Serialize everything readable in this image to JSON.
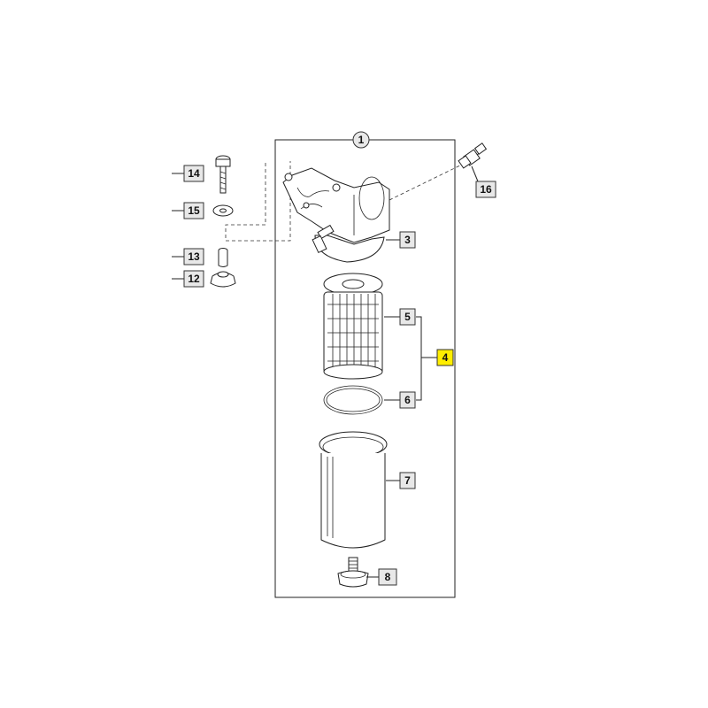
{
  "callouts": {
    "p1": "1",
    "p3": "3",
    "p4": "4",
    "p5": "5",
    "p6": "6",
    "p7": "7",
    "p8": "8",
    "p12": "12",
    "p13": "13",
    "p14": "14",
    "p15": "15",
    "p16": "16"
  },
  "colors": {
    "highlight": "#ffee00",
    "label_fill": "#e8e8e8",
    "line": "#222222"
  }
}
